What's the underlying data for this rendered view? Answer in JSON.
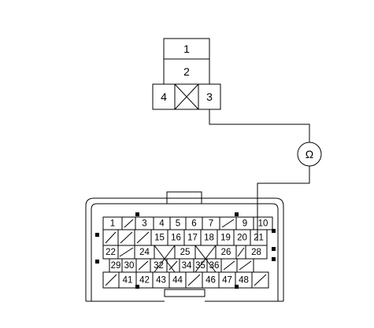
{
  "small_connector": {
    "top_labels": [
      "1",
      "2"
    ],
    "bottom_left": "4",
    "bottom_right": "3"
  },
  "meter_symbol": "Ω",
  "large_connector": {
    "row1": [
      "1",
      "",
      "3",
      "4",
      "5",
      "6",
      "7",
      "",
      "9",
      "10"
    ],
    "row2": [
      "",
      "",
      "",
      "15",
      "16",
      "17",
      "18",
      "19",
      "20",
      "21"
    ],
    "row3": [
      "22",
      "",
      "24",
      "",
      "25",
      "",
      "26",
      "",
      "28"
    ],
    "row4": [
      "29",
      "30",
      "",
      "32",
      "",
      "34",
      "35",
      "36",
      "",
      ""
    ],
    "row5": [
      "",
      "41",
      "42",
      "43",
      "44",
      "",
      "46",
      "47",
      "48",
      ""
    ]
  }
}
